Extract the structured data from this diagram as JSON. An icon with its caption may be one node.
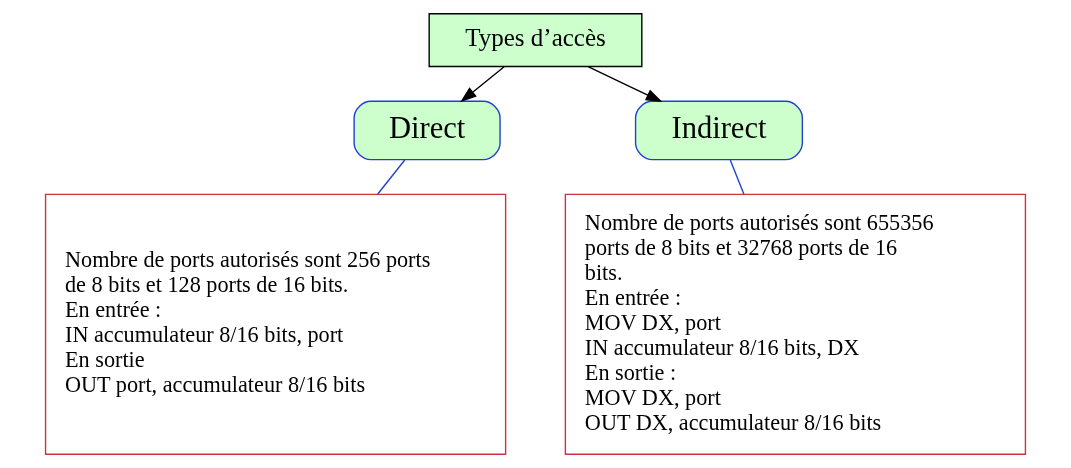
{
  "diagram": {
    "nodes": [
      {
        "text": [
          "Types d’accès"
        ]
      },
      {
        "text": [
          "Direct"
        ]
      },
      {
        "text": [
          "Indirect"
        ]
      },
      {
        "text": [
          "Nombre de ports autorisés sont 256 ports de 8 bits et 128 ports de 16 bits.",
          "En entrée :",
          "IN accumulateur 8/16 bits, port",
          "En sortie",
          "OUT port, accumulateur 8/16 bits"
        ]
      },
      {
        "text": [
          "Nombre de ports autorisés sont 655356 ports de 8 bits et 32768 ports de 16 bits.",
          "En entrée :",
          "MOV DX, port",
          "IN accumulateur 8/16 bits, DX",
          "En sortie :",
          "MOV DX, port",
          "OUT DX, accumulateur 8/16 bits"
        ]
      }
    ],
    "edges": [
      {
        "from": 0,
        "to": 1,
        "arrow": "to",
        "color": "#000000"
      },
      {
        "from": 0,
        "to": 2,
        "arrow": "to",
        "color": "#000000"
      },
      {
        "from": 1,
        "to": 3,
        "arrow": "none",
        "color": "#2040d0"
      },
      {
        "from": 2,
        "to": 4,
        "arrow": "none",
        "color": "#2040d0"
      }
    ]
  }
}
